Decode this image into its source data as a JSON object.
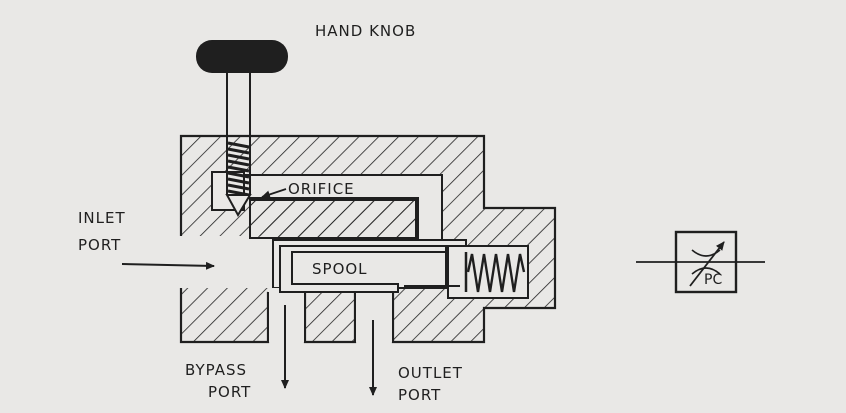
{
  "labels": {
    "hand_knob": "HAND KNOB",
    "orifice": "ORIFICE",
    "inlet_port_line1": "INLET",
    "inlet_port_line2": "PORT",
    "spool": "SPOOL",
    "bypass_port_line1": "BYPASS",
    "bypass_port_line2": "PORT",
    "outlet_port_line1": "OUTLET",
    "outlet_port_line2": "PORT",
    "symbol_text": "PC"
  },
  "colors": {
    "background": "#e9e8e6",
    "ink": "#1f1f1f"
  }
}
